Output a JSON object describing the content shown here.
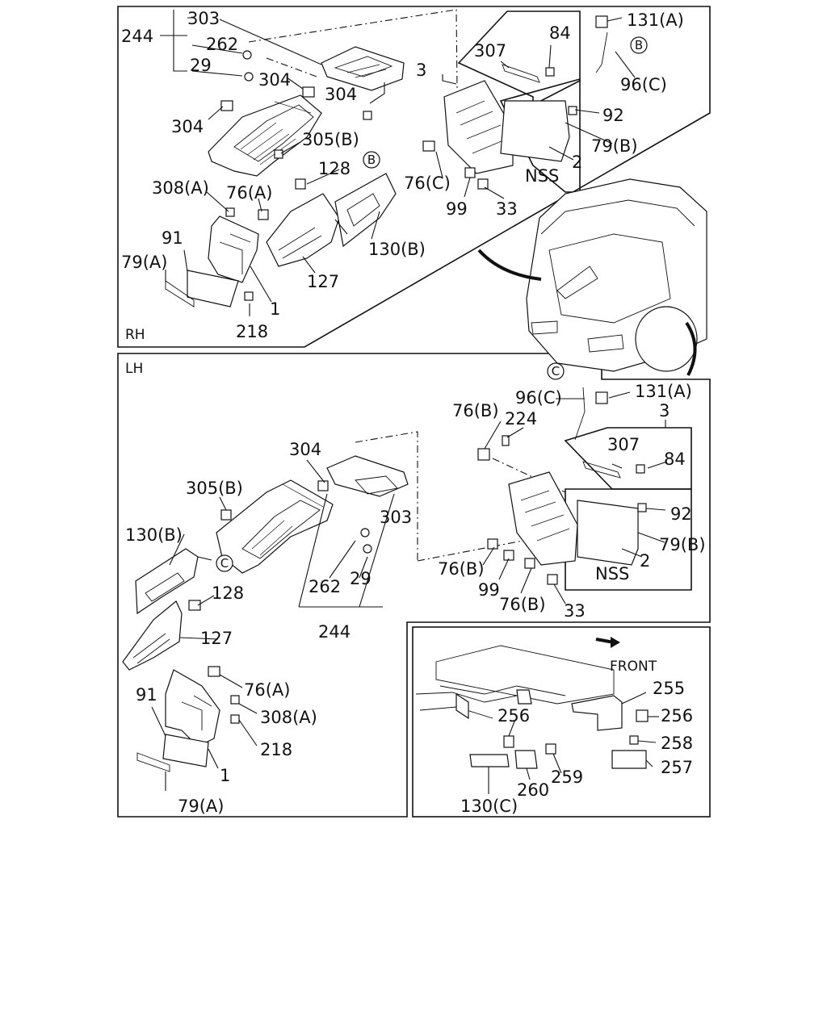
{
  "sections": {
    "rh_label": "RH",
    "lh_label": "LH",
    "detail_front_label": "FRONT"
  },
  "rh_callouts": [
    {
      "id": "rh-303",
      "text": "303"
    },
    {
      "id": "rh-244",
      "text": "244"
    },
    {
      "id": "rh-262",
      "text": "262"
    },
    {
      "id": "rh-29",
      "text": "29"
    },
    {
      "id": "rh-304a",
      "text": "304"
    },
    {
      "id": "rh-304b",
      "text": "304"
    },
    {
      "id": "rh-304c",
      "text": "304"
    },
    {
      "id": "rh-305b",
      "text": "305(B)"
    },
    {
      "id": "rh-3",
      "text": "3"
    },
    {
      "id": "rh-307",
      "text": "307"
    },
    {
      "id": "rh-84",
      "text": "84"
    },
    {
      "id": "rh-131a",
      "text": "131(A)"
    },
    {
      "id": "rh-96c",
      "text": "96(C)"
    },
    {
      "id": "rh-92",
      "text": "92"
    },
    {
      "id": "rh-79b",
      "text": "79(B)"
    },
    {
      "id": "rh-2",
      "text": "2"
    },
    {
      "id": "rh-nss",
      "text": "NSS"
    },
    {
      "id": "rh-76c",
      "text": "76(C)"
    },
    {
      "id": "rh-99",
      "text": "99"
    },
    {
      "id": "rh-33",
      "text": "33"
    },
    {
      "id": "rh-128",
      "text": "128"
    },
    {
      "id": "rh-308a",
      "text": "308(A)"
    },
    {
      "id": "rh-76a",
      "text": "76(A)"
    },
    {
      "id": "rh-130b",
      "text": "130(B)"
    },
    {
      "id": "rh-91",
      "text": "91"
    },
    {
      "id": "rh-79a",
      "text": "79(A)"
    },
    {
      "id": "rh-127",
      "text": "127"
    },
    {
      "id": "rh-1",
      "text": "1"
    },
    {
      "id": "rh-218",
      "text": "218"
    }
  ],
  "lh_callouts": [
    {
      "id": "lh-96c",
      "text": "96(C)"
    },
    {
      "id": "lh-131a",
      "text": "131(A)"
    },
    {
      "id": "lh-76b-a",
      "text": "76(B)"
    },
    {
      "id": "lh-224",
      "text": "224"
    },
    {
      "id": "lh-3",
      "text": "3"
    },
    {
      "id": "lh-307",
      "text": "307"
    },
    {
      "id": "lh-84",
      "text": "84"
    },
    {
      "id": "lh-304",
      "text": "304"
    },
    {
      "id": "lh-305b",
      "text": "305(B)"
    },
    {
      "id": "lh-303",
      "text": "303"
    },
    {
      "id": "lh-92",
      "text": "92"
    },
    {
      "id": "lh-79b",
      "text": "79(B)"
    },
    {
      "id": "lh-130b",
      "text": "130(B)"
    },
    {
      "id": "lh-262",
      "text": "262"
    },
    {
      "id": "lh-29",
      "text": "29"
    },
    {
      "id": "lh-76b-b",
      "text": "76(B)"
    },
    {
      "id": "lh-2",
      "text": "2"
    },
    {
      "id": "lh-nss",
      "text": "NSS"
    },
    {
      "id": "lh-99",
      "text": "99"
    },
    {
      "id": "lh-76b-c",
      "text": "76(B)"
    },
    {
      "id": "lh-33",
      "text": "33"
    },
    {
      "id": "lh-128",
      "text": "128"
    },
    {
      "id": "lh-244",
      "text": "244"
    },
    {
      "id": "lh-127",
      "text": "127"
    },
    {
      "id": "lh-91",
      "text": "91"
    },
    {
      "id": "lh-76a",
      "text": "76(A)"
    },
    {
      "id": "lh-308a",
      "text": "308(A)"
    },
    {
      "id": "lh-218",
      "text": "218"
    },
    {
      "id": "lh-1",
      "text": "1"
    },
    {
      "id": "lh-79a",
      "text": "79(A)"
    }
  ],
  "detail_callouts": [
    {
      "id": "dt-255",
      "text": "255"
    },
    {
      "id": "dt-256a",
      "text": "256"
    },
    {
      "id": "dt-256b",
      "text": "256"
    },
    {
      "id": "dt-258",
      "text": "258"
    },
    {
      "id": "dt-257",
      "text": "257"
    },
    {
      "id": "dt-259",
      "text": "259"
    },
    {
      "id": "dt-260",
      "text": "260"
    },
    {
      "id": "dt-130c",
      "text": "130(C)"
    }
  ],
  "reference_markers": [
    {
      "id": "mk-rh-b1",
      "text": "B"
    },
    {
      "id": "mk-rh-b2",
      "text": "B"
    },
    {
      "id": "mk-lh-c1",
      "text": "C"
    },
    {
      "id": "mk-lh-c2",
      "text": "C"
    }
  ]
}
